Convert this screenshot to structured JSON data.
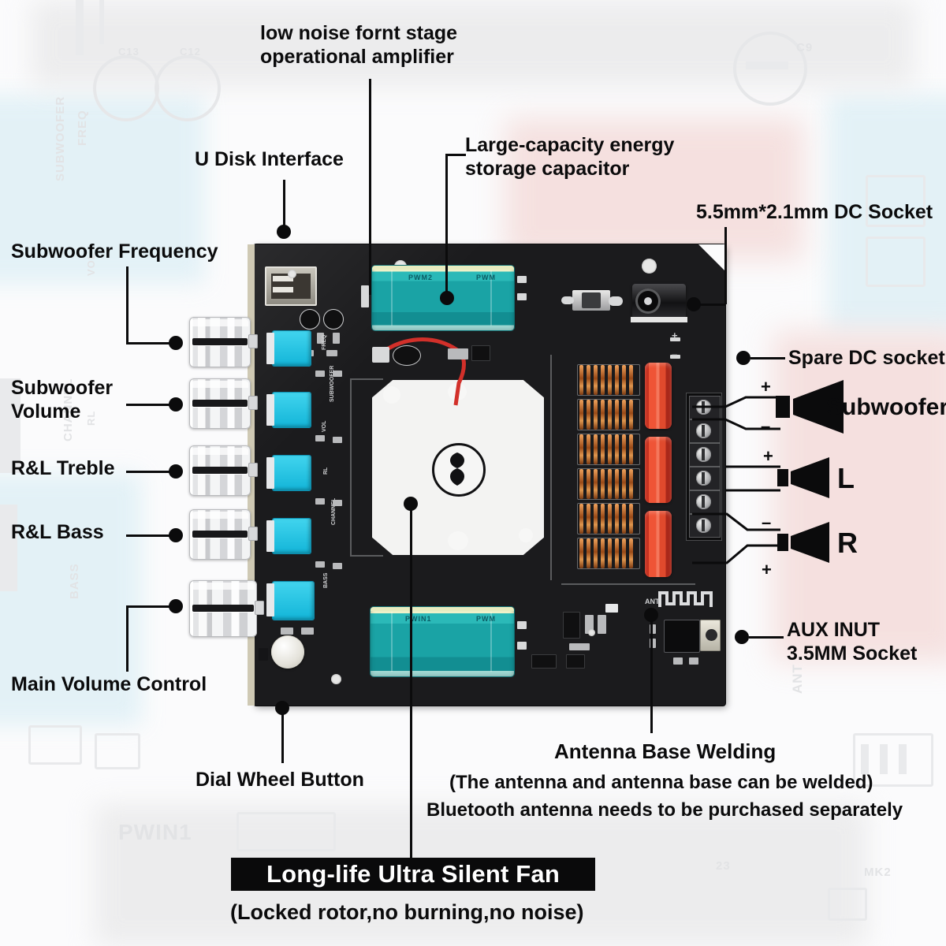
{
  "labels": {
    "op_amp": "low noise fornt stage\noperational amplifier",
    "u_disk": "U Disk Interface",
    "capacitor": "Large-capacity energy\nstorage capacitor",
    "dc_socket": "5.5mm*2.1mm DC Socket",
    "spare_dc": "Spare DC socket",
    "sub_freq": "Subwoofer Frequency",
    "sub_vol": "Subwoofer\nVolume",
    "treble": "R&L Treble",
    "bass": "R&L Bass",
    "main_vol": "Main Volume Control",
    "dial_wheel": "Dial Wheel Button",
    "aux": "AUX INUT\n3.5MM Socket",
    "antenna_title": "Antenna Base Welding",
    "antenna_note1": "(The antenna and antenna base can be welded)",
    "antenna_note2": "Bluetooth antenna needs to be purchased separately",
    "fan_banner": "Long-life Ultra Silent Fan",
    "fan_note": "(Locked rotor,no burning,no noise)"
  },
  "outputs": [
    {
      "name": "Subwoofer",
      "plus": "+",
      "minus": "–"
    },
    {
      "name": "L",
      "plus": "+",
      "minus": "–"
    },
    {
      "name": "R",
      "plus": "+",
      "minus": "–"
    }
  ],
  "board_silk": {
    "cap_top": "PWM2",
    "cap_top_right": "PWM",
    "cap_bottom": "PWIN1",
    "cap_bottom_right": "PWM",
    "rail_labels": [
      "FREQ",
      "SUBWOOFER",
      "VOL",
      "RL",
      "CHANNEL",
      "BASS"
    ],
    "antenna_mark": "ANT"
  },
  "colors": {
    "board": "#1b1b1d",
    "capacitor_teal": "#1aa3a5",
    "pot_cyan": "#22c1e0",
    "inductor_copper": "#b4601f",
    "red_cap": "#e04a2d",
    "text": "#0b0b0c",
    "banner_bg": "#0a0a0b",
    "background": "#fbfbfc"
  }
}
